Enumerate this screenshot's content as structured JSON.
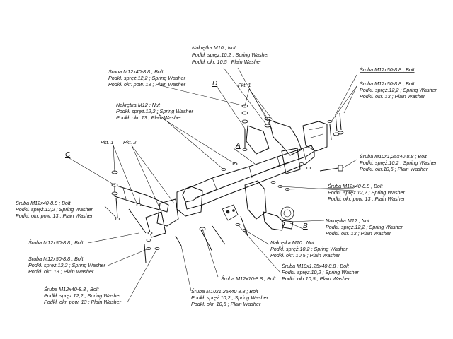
{
  "diagram": {
    "labels": {
      "nut_top": [
        "Nakrętka M10 ; Nut",
        "Podkł. spręż.10,2 ; Spring Washer",
        "Podkł. okr. 10,5 ; Plain Washer"
      ],
      "bolt_top_left": [
        "Śruba M12x40-8.8 ;  Bolt",
        "Podkł. spręż.12,2 ; Spring Washer",
        "Podkł. okr. pow. 13 ; Plain Washer"
      ],
      "bolt_top_right": "Śruba M12x50-8.8 ;  Bolt",
      "washers_top_right": [
        "Śruba M12x50-8.8 ;  Bolt",
        "Podkł. spręż.12,2 ; Spring Washer",
        "Podkł. okr. 13 ; Plain Washer"
      ],
      "nut_mid_left": [
        "Nakrętka  M12 ; Nut",
        "Podkł. spręż.12,2 ; Spring Washer",
        "Podkł. okr.  13 ; Plain Washer"
      ],
      "bolt_right_mid": [
        "Śruba M10x1,25x40 8.8 ;  Bolt",
        "Podkł. spręż.10,2 ; Spring Washer",
        "Podkł. okr.10,5 ; Plain Washer"
      ],
      "bolt_right_low": [
        "Śruba M12x40-8.8 ;  Bolt",
        "Podkł. spręż.12,2 ; Spring Washer",
        "Podkł. okr. pow. 13 ; Plain Washer"
      ],
      "bolt_left_mid": [
        "Śruba M12x40-8.8 ;  Bolt",
        "Podkł. spręż.12,2 ; Spring Washer",
        "Podkł. okr. pow. 13 ; Plain Washer"
      ],
      "bolt_left_single": "Śruba M12x50-8.8 ;  Bolt",
      "bolt_left_low": [
        "Śruba M12x50-8.8 ;  Bolt",
        "Podkł. spręż.12,2 ; Spring Washer",
        "Podkł. okr. 13 ; Plain Washer"
      ],
      "bolt_left_bottom": [
        "Śruba M12x40-8.8 ;  Bolt",
        "Podkł. spręż.12,2 ; Spring Washer",
        "Podkł. okr. pow. 13 ; Plain Washer"
      ],
      "nut_right_lower": [
        "Nakrętka  M12 ; Nut",
        "Podkł. spręż.12,2 ; Spring Washer",
        "Podkł. okr.  13 ; Plain Washer"
      ],
      "nut_center_lower": [
        "Nakrętka  M10 ; Nut",
        "Podkł. spręż.10,2 ; Spring Washer",
        "Podkł. okr.  10,5 ; Plain Washer"
      ],
      "bolt_center_low": [
        "Śruba M10x1,25x40 8.8 ;  Bolt",
        "Podkł. spręż.10,2 ; Spring Washer",
        "Podkł. okr.10,5 ; Plain Washer"
      ],
      "bolt_m12x70": "Śruba M12x70-8.8 ;  Bolt",
      "bolt_bottom_center": [
        "Śruba M10x1,25x40 8.8 ;  Bolt",
        "Podkł. spręż.10,2 ; Spring Washer",
        "Podkł. okr. 10,5 ; Plain Washer"
      ],
      "pkt1_top": "Pkt. 1",
      "pkt1_left": "Pkt. 1",
      "pkt2_left": "Pkt. 2",
      "letter_a": "A",
      "letter_b": "B",
      "letter_c": "C",
      "letter_d": "D"
    }
  }
}
